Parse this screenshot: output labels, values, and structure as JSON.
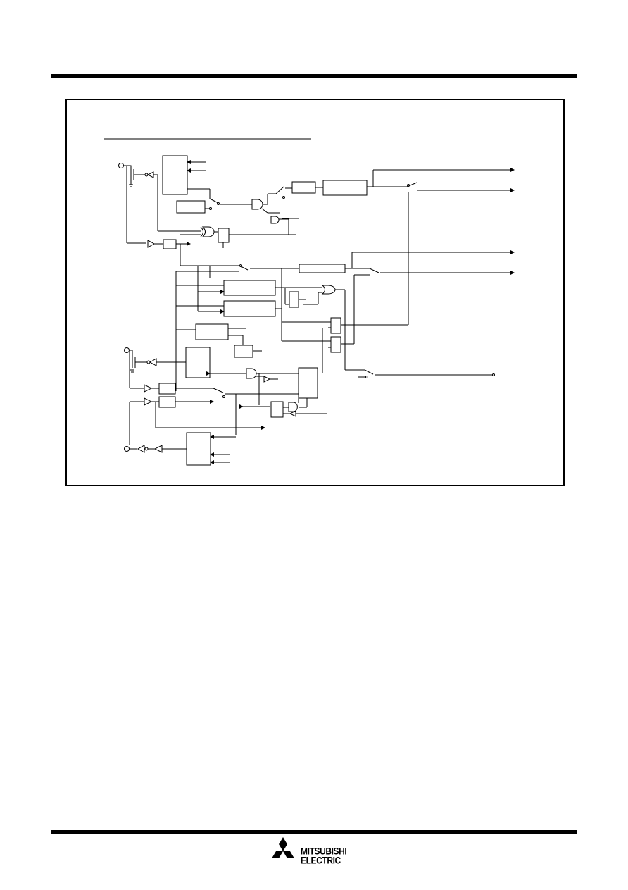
{
  "page": {
    "header_rule": "solid",
    "footer_rule": "solid"
  },
  "figure": {
    "content": "schematic-block-diagram-without-labels",
    "stroke_color": "#000000"
  },
  "brand": {
    "mark": "three-diamond-logo-icon",
    "line1": "MITSUBISHI",
    "line2": "ELECTRIC"
  }
}
